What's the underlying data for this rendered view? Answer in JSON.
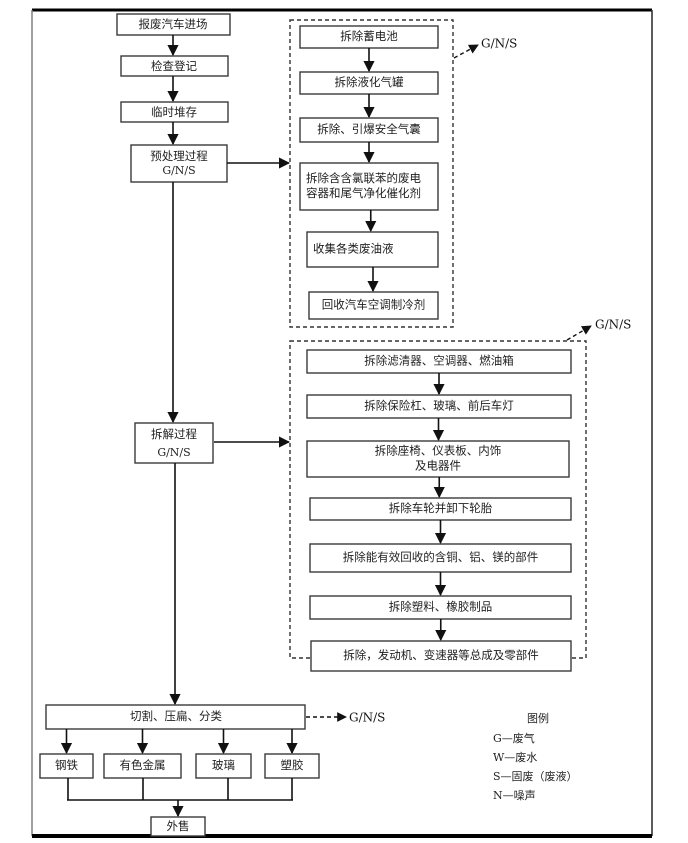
{
  "main_flow": {
    "entry": "报废汽车进场",
    "inspect": "检查登记",
    "storage": "临时堆存",
    "pretreat": {
      "title": "预处理过程",
      "emission": "G/N/S"
    },
    "dismantle": {
      "title": "拆解过程",
      "emission": "G/N/S"
    },
    "cutting": "切割、压扁、分类",
    "sale": "外售"
  },
  "pretreat_group": {
    "emission": "G/N/S",
    "steps": [
      {
        "lines": [
          "拆除蓄电池"
        ]
      },
      {
        "lines": [
          "拆除液化气罐"
        ]
      },
      {
        "lines": [
          "拆除、引爆安全气囊"
        ]
      },
      {
        "lines": [
          "拆除含含氯联苯的废电",
          "容器和尾气净化催化剂"
        ]
      },
      {
        "lines": [
          "收集各类废油液"
        ]
      },
      {
        "lines": [
          "回收汽车空调制冷剂"
        ]
      }
    ]
  },
  "dismantle_group": {
    "emission": "G/N/S",
    "steps": [
      {
        "lines": [
          "拆除滤清器、空调器、燃油箱"
        ]
      },
      {
        "lines": [
          "拆除保险杠、玻璃、前后车灯"
        ]
      },
      {
        "lines": [
          "拆除座椅、仪表板、内饰",
          "及电器件"
        ]
      },
      {
        "lines": [
          "拆除车轮并卸下轮胎"
        ]
      },
      {
        "lines": [
          "拆除能有效回收的含铜、铝、镁的部件"
        ]
      },
      {
        "lines": [
          "拆除塑料、橡胶制品"
        ]
      },
      {
        "lines": [
          "拆除，发动机、变速器等总成及零部件"
        ]
      }
    ]
  },
  "cutting_emission": "G/N/S",
  "products": [
    "钢铁",
    "有色金属",
    "玻璃",
    "塑胶"
  ],
  "legend": {
    "title": "图例",
    "items": [
      "G—废气",
      "W—废水",
      "S—固废（废液）",
      "N—噪声"
    ]
  }
}
